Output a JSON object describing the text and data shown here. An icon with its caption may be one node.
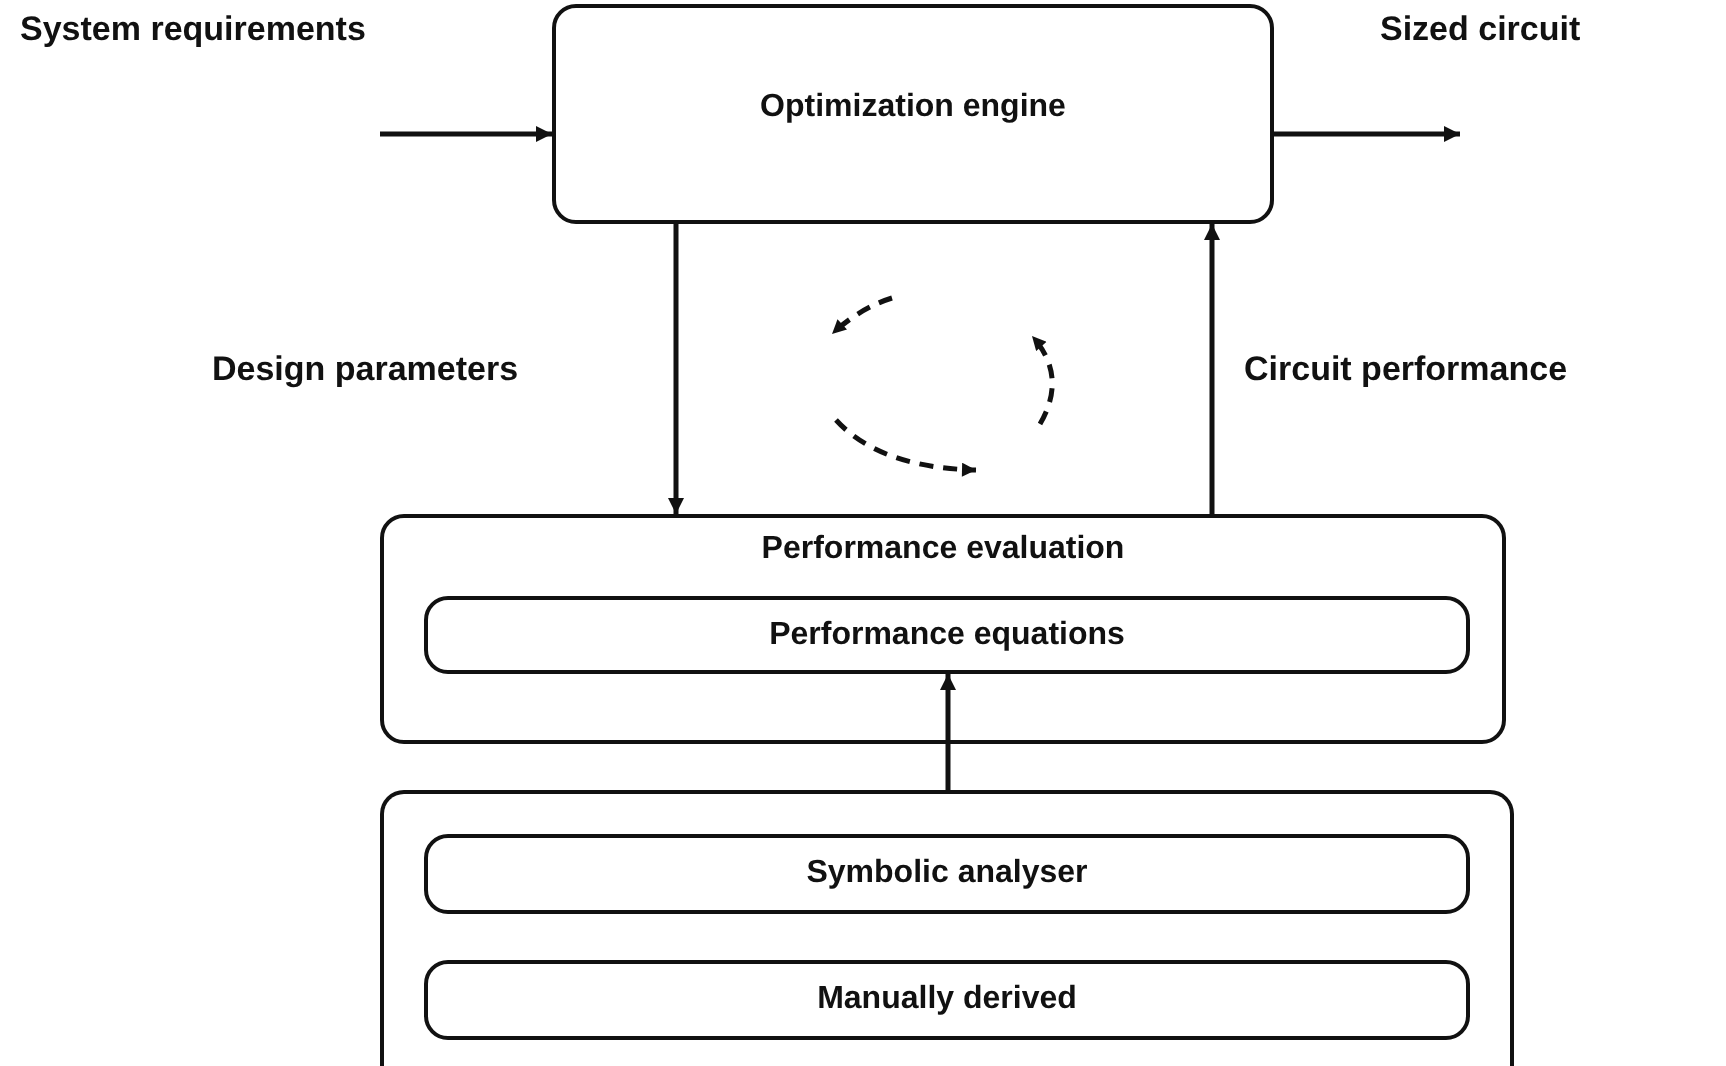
{
  "diagram": {
    "nodes": [
      {
        "text": [
          "Optimization engine"
        ]
      },
      {
        "text": [
          "Performance evaluation"
        ]
      },
      {
        "text": [
          "Performance equations"
        ],
        "in": 1
      },
      {
        "text": [],
        "shape": "box"
      },
      {
        "text": [
          "Symbolic analyser"
        ],
        "in": 3
      },
      {
        "text": [
          "Manually derived"
        ],
        "in": 3
      }
    ],
    "edges": [
      {
        "from": null,
        "to": 0,
        "arrow": "to",
        "label": "System requirements"
      },
      {
        "from": 0,
        "to": null,
        "arrow": "to",
        "label": "Sized circuit"
      },
      {
        "from": 0,
        "to": 1,
        "arrow": "to",
        "label": "Design parameters"
      },
      {
        "from": 1,
        "to": 0,
        "arrow": "to",
        "label": "Circuit performance"
      },
      {
        "from": 3,
        "to": 2,
        "arrow": "to"
      }
    ]
  }
}
